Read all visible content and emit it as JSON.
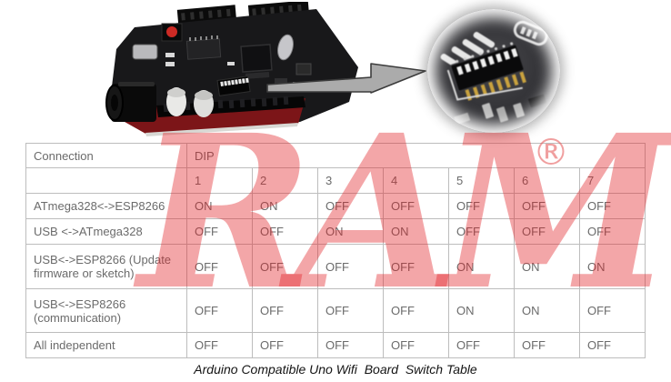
{
  "page": {
    "caption": "Arduino Compatible Uno Wifi  Board  Switch Table",
    "watermark": {
      "text": "RAM",
      "registered": "®"
    },
    "colors": {
      "watermark_red": "#e32026",
      "table_border": "#bdbdbd",
      "table_text": "#6b6b6b",
      "board_pcb": "#1a1a1c",
      "pcb_bottom_red": "#7c1518",
      "reset_button_red": "#cc2a24"
    }
  },
  "table": {
    "header": {
      "connection": "Connection",
      "dip": "DIP"
    },
    "dip_numbers": [
      "1",
      "2",
      "3",
      "4",
      "5",
      "6",
      "7"
    ],
    "rows": [
      {
        "connection": "ATmega328<->ESP8266",
        "values": [
          "ON",
          "ON",
          "OFF",
          "OFF",
          "OFF",
          "OFF",
          "OFF"
        ]
      },
      {
        "connection": "USB <->ATmega328",
        "values": [
          "OFF",
          "OFF",
          "ON",
          "ON",
          "OFF",
          "OFF",
          "OFF"
        ]
      },
      {
        "connection": "USB<->ESP8266 (Update firmware or sketch)",
        "values": [
          "OFF",
          "OFF",
          "OFF",
          "OFF",
          "ON",
          "ON",
          "ON"
        ]
      },
      {
        "connection": "USB<->ESP8266 (communication)",
        "values": [
          "OFF",
          "OFF",
          "OFF",
          "OFF",
          "ON",
          "ON",
          "OFF"
        ]
      },
      {
        "connection": "All independent",
        "values": [
          "OFF",
          "OFF",
          "OFF",
          "OFF",
          "OFF",
          "OFF",
          "OFF"
        ]
      }
    ]
  }
}
